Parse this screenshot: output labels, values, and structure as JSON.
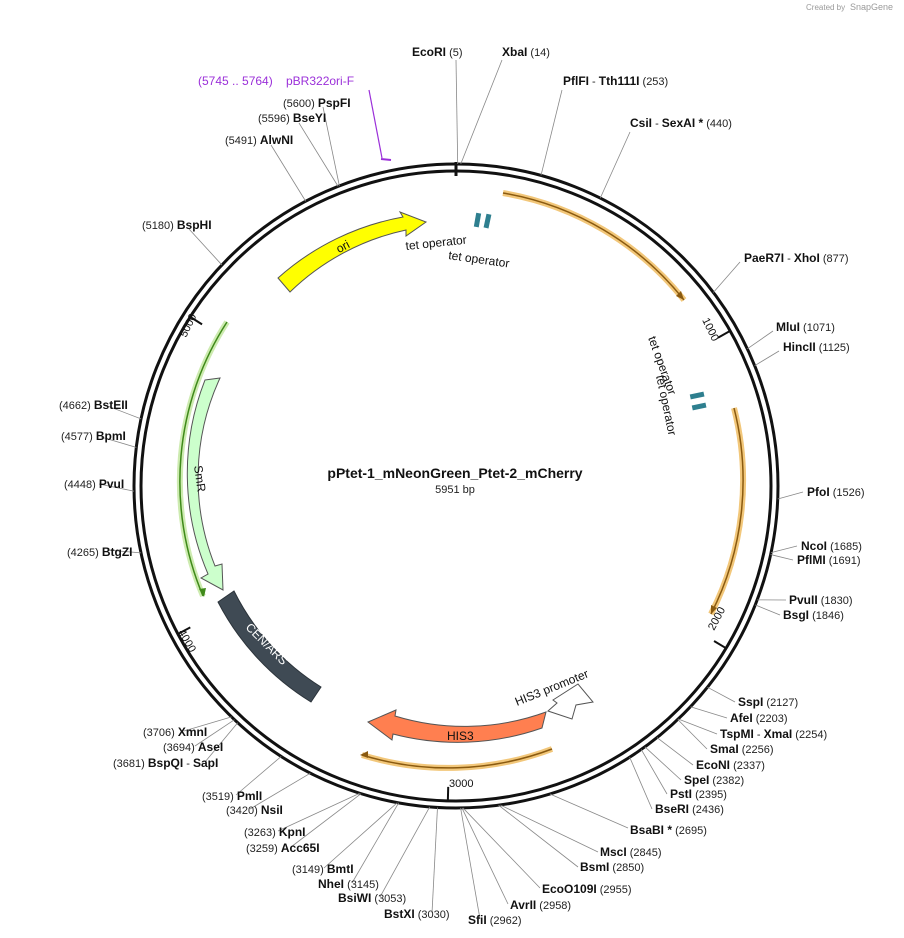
{
  "map": {
    "name": "pPtet-1_mNeonGreen_Ptet-2_mCherry",
    "length_label": "5951 bp",
    "length": 5951,
    "credit": "Created by",
    "brand": "SnapGene"
  },
  "ticks": [
    "1000",
    "2000",
    "3000",
    "4000",
    "5000"
  ],
  "enzymes": [
    {
      "name": "EcoRI",
      "pos": "(5)"
    },
    {
      "name": "XbaI",
      "pos": "(14)"
    },
    {
      "name": "PflFI",
      "pos": "",
      "dash": " - ",
      "name2": "Tth111I",
      "pos2": "(253)"
    },
    {
      "name": "CsiI",
      "pos": "",
      "dash": " - ",
      "name2": "SexAI *",
      "pos2": "(440)"
    },
    {
      "name": "PaeR7I",
      "pos": "",
      "dash": " - ",
      "name2": "XhoI",
      "pos2": "(877)"
    },
    {
      "name": "MluI",
      "pos": "(1071)"
    },
    {
      "name": "HincII",
      "pos": "(1125)"
    },
    {
      "name": "PfoI",
      "pos": "(1526)"
    },
    {
      "name": "NcoI",
      "pos": "(1685)"
    },
    {
      "name": "PflMI",
      "pos": "(1691)"
    },
    {
      "name": "PvuII",
      "pos": "(1830)"
    },
    {
      "name": "BsgI",
      "pos": "(1846)"
    },
    {
      "name": "SspI",
      "pos": "(2127)"
    },
    {
      "name": "AfeI",
      "pos": "(2203)"
    },
    {
      "name": "TspMI",
      "pos": "",
      "dash": " - ",
      "name2": "XmaI",
      "pos2": "(2254)"
    },
    {
      "name": "SmaI",
      "pos": "(2256)"
    },
    {
      "name": "EcoNI",
      "pos": "(2337)"
    },
    {
      "name": "SpeI",
      "pos": "(2382)"
    },
    {
      "name": "PstI",
      "pos": "(2395)"
    },
    {
      "name": "BseRI",
      "pos": "(2436)"
    },
    {
      "name": "BsaBI *",
      "pos": "(2695)"
    },
    {
      "name": "MscI",
      "pos": "(2845)"
    },
    {
      "name": "BsmI",
      "pos": "(2850)"
    },
    {
      "name": "EcoO109I",
      "pos": "(2955)"
    },
    {
      "name": "AvrII",
      "pos": "(2958)"
    },
    {
      "name": "SfiI",
      "pos": "(2962)"
    },
    {
      "name": "BstXI",
      "pos": "(3030)"
    },
    {
      "name": "BsiWI",
      "pos": "(3053)"
    },
    {
      "name": "NheI",
      "pos": "(3145)"
    },
    {
      "name": "BmtI",
      "pos": "(3149)"
    },
    {
      "name": "Acc65I",
      "pos": "(3259)"
    },
    {
      "name": "KpnI",
      "pos": "(3263)"
    },
    {
      "name": "NsiI",
      "pos": "(3420)"
    },
    {
      "name": "PmlI",
      "pos": "(3519)"
    },
    {
      "name": "BspQI",
      "pos": "(3681)",
      "dash": " - ",
      "name2": "SapI",
      "pos2": ""
    },
    {
      "name": "AseI",
      "pos": "(3694)"
    },
    {
      "name": "XmnI",
      "pos": "(3706)"
    },
    {
      "name": "BtgZI",
      "pos": "(4265)"
    },
    {
      "name": "PvuI",
      "pos": "(4448)"
    },
    {
      "name": "BpmI",
      "pos": "(4577)"
    },
    {
      "name": "BstEII",
      "pos": "(4662)"
    },
    {
      "name": "BspHI",
      "pos": "(5180)"
    },
    {
      "name": "AlwNI",
      "pos": "(5491)"
    },
    {
      "name": "BseYI",
      "pos": "(5596)"
    },
    {
      "name": "PspFI",
      "pos": "(5600)"
    }
  ],
  "primer": {
    "range": "(5745 .. 5764)",
    "name": "pBR322ori-F"
  },
  "features": {
    "ori": "ori",
    "smr": "SmR",
    "cen_ars": "CEN/ARS",
    "his3": "HIS3",
    "his3_promoter": "HIS3 promoter",
    "tet_operator": "tet operator"
  },
  "colors": {
    "ori": "#ffff00",
    "smr": "#ccffcc",
    "cen_ars": "#3f4a54",
    "his3": "#ff7f50",
    "his3_promoter": "#ffffff",
    "tet_operator": "#2e7f8f",
    "orf_outline": "#f2c77a",
    "orf_line": "#c07a10",
    "smr_orf": "#7cc04a",
    "primer": "#9b30d9"
  }
}
